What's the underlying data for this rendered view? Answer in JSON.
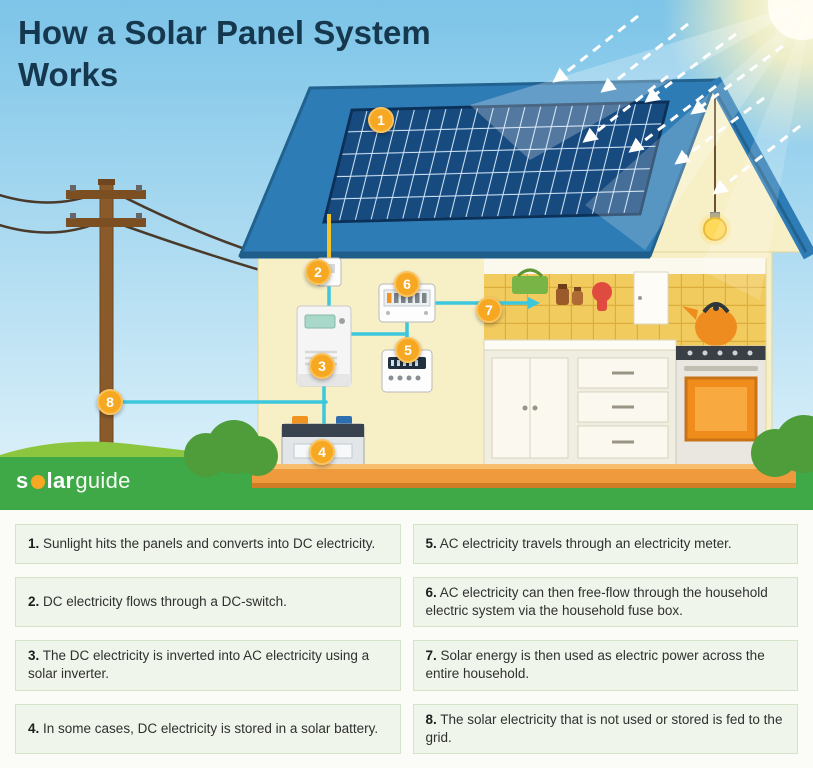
{
  "title": "How a Solar Panel System Works",
  "logo": {
    "s": "s",
    "lar": "lar",
    "guide": "guide"
  },
  "markers": [
    "1",
    "2",
    "3",
    "4",
    "5",
    "6",
    "7",
    "8"
  ],
  "steps": [
    {
      "num": "1.",
      "text": "Sunlight hits the panels and converts into DC electricity."
    },
    {
      "num": "2.",
      "text": "DC electricity flows through a DC-switch."
    },
    {
      "num": "3.",
      "text": "The DC electricity is inverted into AC electricity using a solar inverter."
    },
    {
      "num": "4.",
      "text": "In some cases, DC electricity is stored in a solar battery."
    },
    {
      "num": "5.",
      "text": "AC electricity travels through an electricity meter."
    },
    {
      "num": "6.",
      "text": "AC electricity can then free-flow through the household electric system via the household fuse box."
    },
    {
      "num": "7.",
      "text": "Solar energy is then used as electric power across the entire household."
    },
    {
      "num": "8.",
      "text": "The solar electricity that is not used or stored is fed to the grid."
    }
  ],
  "colors": {
    "accent_orange": "#f7a823",
    "brand_green": "#3fa948",
    "roof_blue": "#2e7cb5",
    "panel_navy": "#174b80",
    "wire_cyan": "#3cc7dc",
    "cable_yellow": "#f5c228",
    "title_navy": "#16384f",
    "card_bg": "#eff5ea",
    "card_border": "#d4e4c9"
  }
}
